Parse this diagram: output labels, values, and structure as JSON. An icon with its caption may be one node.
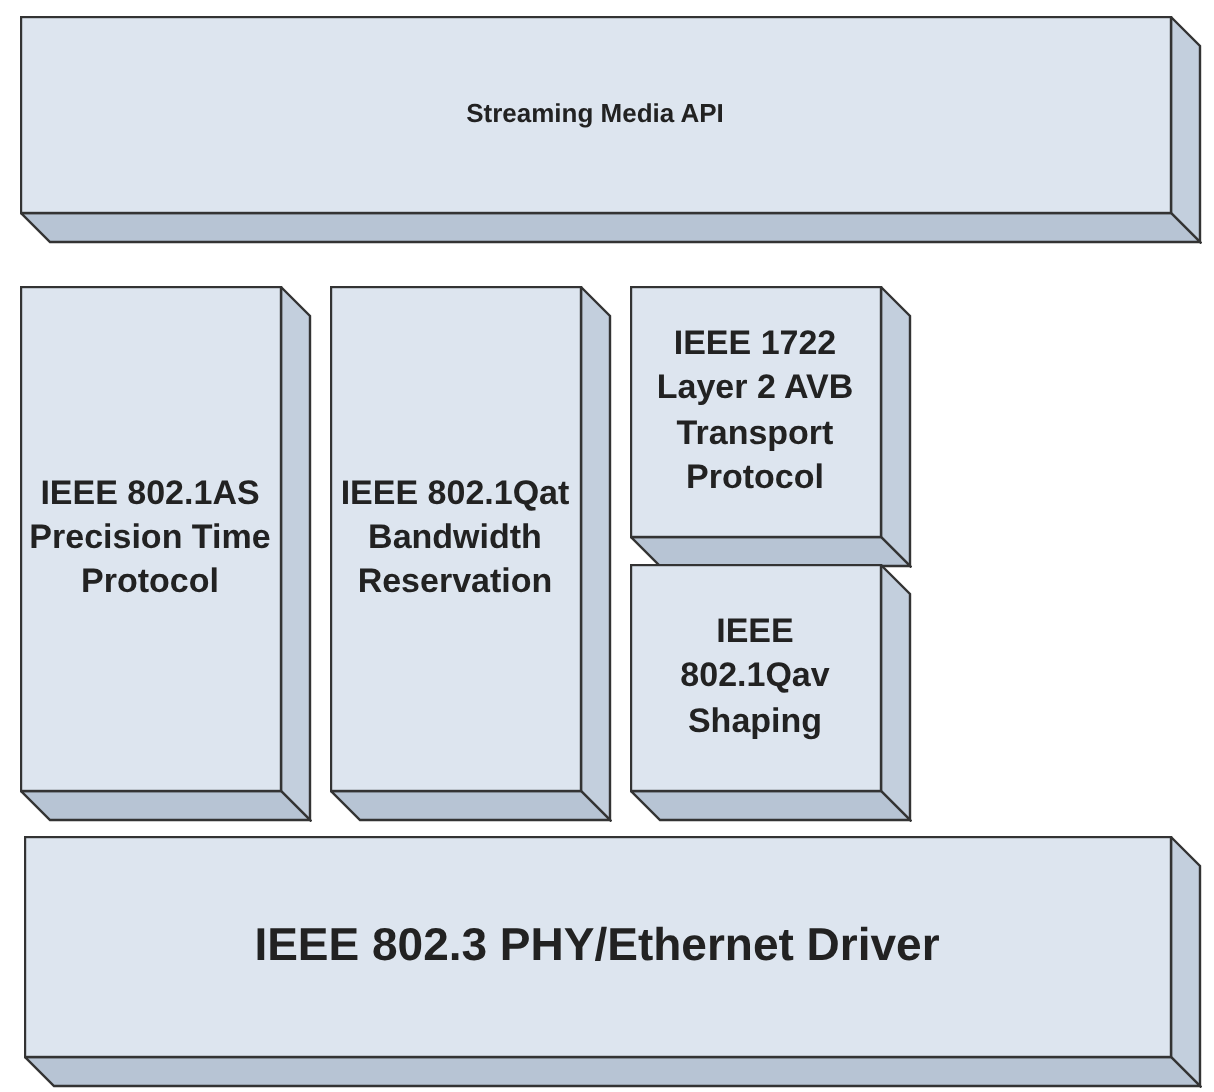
{
  "diagram": {
    "nodes": [
      {
        "text": [
          "Streaming Media API"
        ]
      },
      {
        "text": [
          "IEEE 802.1AS Precision Time Protocol"
        ]
      },
      {
        "text": [
          "IEEE 802.1Qat Bandwidth Reservation"
        ]
      },
      {
        "text": [
          "IEEE 1722 Layer 2 AVB Transport Protocol"
        ]
      },
      {
        "text": [
          "IEEE 802.1Qav Shaping"
        ]
      },
      {
        "text": [
          "IEEE 802.3 PHY/Ethernet Driver"
        ]
      }
    ]
  }
}
